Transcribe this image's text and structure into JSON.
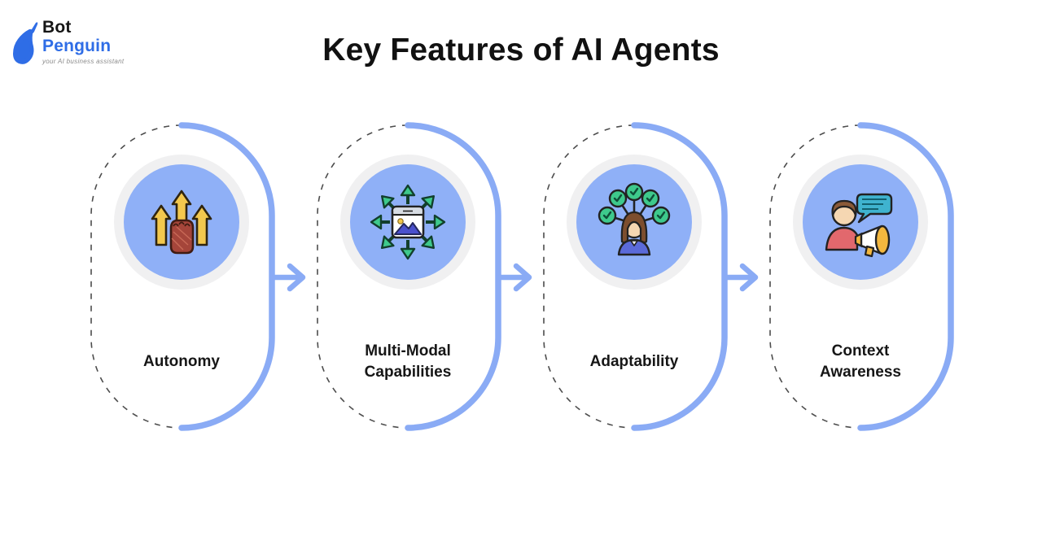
{
  "logo": {
    "brand_top": "Bot",
    "brand_bottom": "Penguin",
    "tagline": "your AI business assistant"
  },
  "title": "Key Features of AI Agents",
  "cards": [
    {
      "label": "Autonomy",
      "icon": "fist-arrows-icon"
    },
    {
      "label": "Multi-Modal Capabilities",
      "icon": "multimodal-window-icon"
    },
    {
      "label": "Adaptability",
      "icon": "adaptability-mindmap-icon"
    },
    {
      "label": "Context Awareness",
      "icon": "megaphone-chat-icon"
    }
  ],
  "connectors": {
    "count": 3,
    "direction": "right"
  },
  "colors": {
    "accent_blue": "#8aabf5",
    "circle_blue": "#8fb0f7",
    "ring_gray": "#f0f0f1",
    "dash_gray": "#4d4d4d",
    "title_black": "#111111",
    "brand_blue": "#2f6de6"
  }
}
